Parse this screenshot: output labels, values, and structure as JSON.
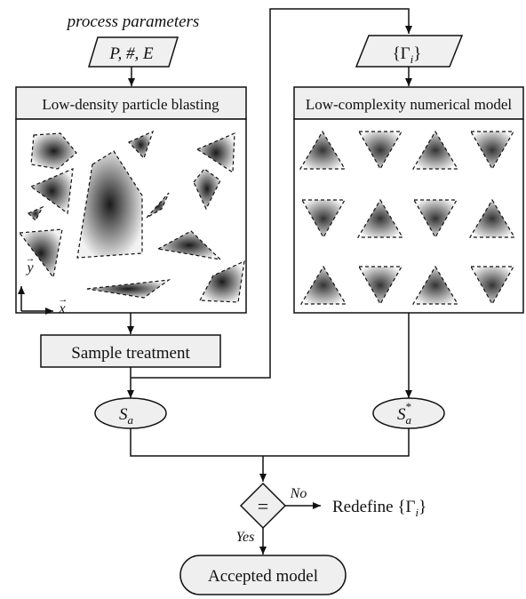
{
  "input_label": "process parameters",
  "input_params": "P, #, E",
  "gamma_input": "{Γ",
  "gamma_sub": "i",
  "gamma_close": "}",
  "left_panel": {
    "title": "Low-density particle blasting"
  },
  "right_panel": {
    "title": "Low-complexity numerical model"
  },
  "axes": {
    "y": "y",
    "x": "x",
    "arrow": "→"
  },
  "sample_treatment": "Sample treatment",
  "sa": {
    "main": "S",
    "sub": "a"
  },
  "sa_star": {
    "main": "S",
    "sub": "a",
    "sup": "*"
  },
  "decision": {
    "symbol": "=",
    "no": "No",
    "yes": "Yes"
  },
  "redefine": {
    "text": "Redefine {Γ",
    "sub": "i",
    "close": "}"
  },
  "accepted": "Accepted model"
}
